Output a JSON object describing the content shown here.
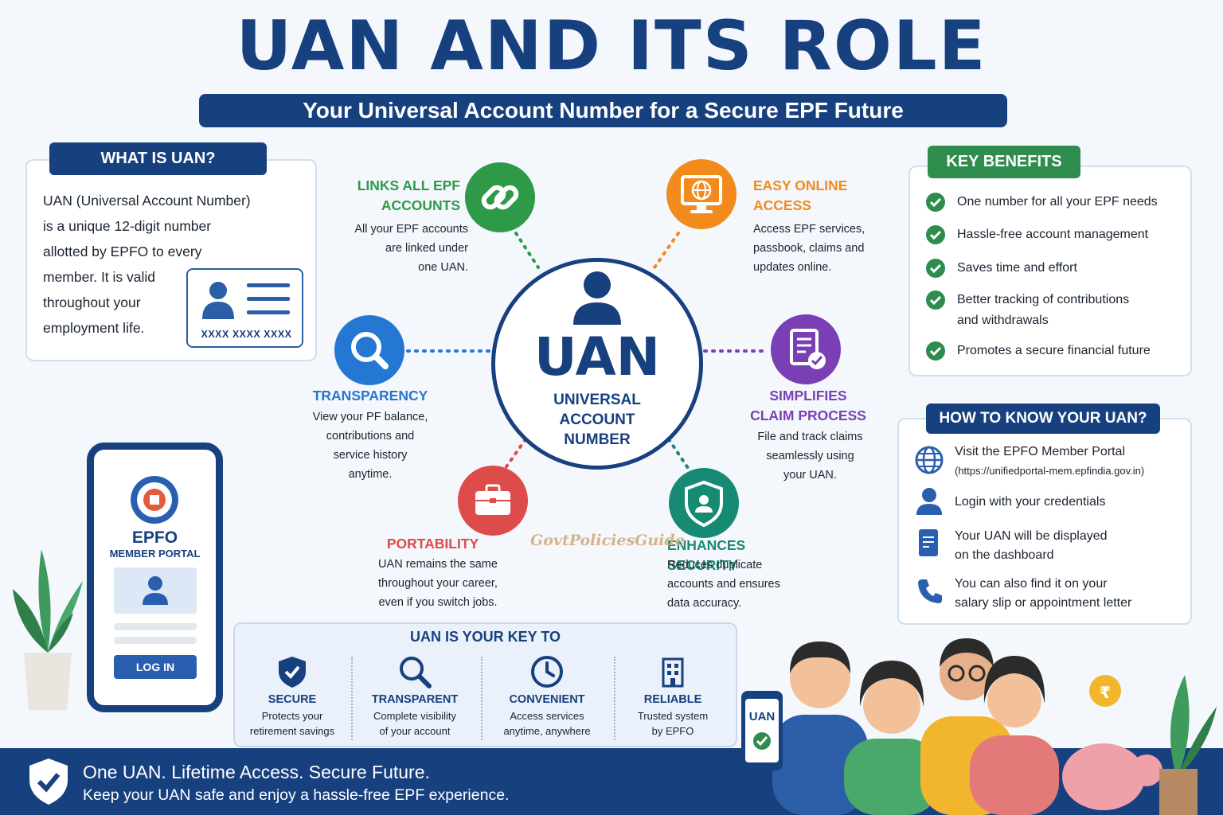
{
  "title": "UAN AND ITS ROLE",
  "subtitle": "Your Universal Account Number for a Secure EPF Future",
  "what_is": {
    "heading": "WHAT IS UAN?",
    "lines": [
      "UAN (Universal Account Number)",
      "is a unique 12-digit number",
      "allotted by EPFO to every",
      "member. It is valid",
      "throughout your",
      "employment life."
    ],
    "card_number": "XXXX XXXX XXXX"
  },
  "center": {
    "big": "UAN",
    "lines": [
      "UNIVERSAL",
      "ACCOUNT",
      "NUMBER"
    ]
  },
  "features": {
    "links": {
      "title": [
        "LINKS ALL EPF",
        "ACCOUNTS"
      ],
      "desc": [
        "All your EPF accounts",
        "are linked under",
        "one UAN."
      ],
      "color": "#2e9a48",
      "icon": "link-icon"
    },
    "online": {
      "title": [
        "EASY ONLINE",
        "ACCESS"
      ],
      "desc": [
        "Access EPF services,",
        "passbook, claims and",
        "updates online."
      ],
      "color": "#f28a1c",
      "icon": "monitor-globe-icon"
    },
    "transparency": {
      "title": [
        "TRANSPARENCY"
      ],
      "desc": [
        "View your PF balance,",
        "contributions and",
        "service history",
        "anytime."
      ],
      "color": "#2577d4",
      "icon": "search-icon"
    },
    "claims": {
      "title": [
        "SIMPLIFIES",
        "CLAIM PROCESS"
      ],
      "desc": [
        "File and track claims",
        "seamlessly using",
        "your UAN."
      ],
      "color": "#7a3fb5",
      "icon": "document-check-icon"
    },
    "portability": {
      "title": [
        "PORTABILITY"
      ],
      "desc": [
        "UAN remains the same",
        "throughout your career,",
        "even if you switch jobs."
      ],
      "color": "#de4b4b",
      "icon": "briefcase-icon"
    },
    "security": {
      "title": [
        "ENHANCES SECURITY"
      ],
      "desc": [
        "Reduces duplicate",
        "accounts and ensures",
        "data accuracy."
      ],
      "color": "#178a73",
      "icon": "shield-user-icon"
    }
  },
  "watermark": "GovtPoliciesGuide",
  "benefits": {
    "heading": "KEY BENEFITS",
    "items": [
      [
        "One number for all your EPF needs"
      ],
      [
        "Hassle-free account management"
      ],
      [
        "Saves time and effort"
      ],
      [
        "Better tracking of contributions",
        "and withdrawals"
      ],
      [
        "Promotes a secure financial future"
      ]
    ]
  },
  "how": {
    "heading": "HOW TO KNOW YOUR UAN?",
    "step1": "Visit the EPFO Member Portal",
    "step1_url": "(https://unifiedportal-mem.epfindia.gov.in)",
    "step2": "Login with your credentials",
    "step3": [
      "Your UAN will be displayed",
      "on the dashboard"
    ],
    "step4": [
      "You can also find it on your",
      "salary slip or appointment letter"
    ]
  },
  "phone": {
    "title": "EPFO",
    "subtitle": "MEMBER PORTAL",
    "login": "LOG IN"
  },
  "key_to": {
    "heading": "UAN IS YOUR KEY TO",
    "items": [
      {
        "title": "SECURE",
        "desc": [
          "Protects your",
          "retirement savings"
        ],
        "icon": "shield-check-icon"
      },
      {
        "title": "TRANSPARENT",
        "desc": [
          "Complete visibility",
          "of your account"
        ],
        "icon": "magnifier-icon"
      },
      {
        "title": "CONVENIENT",
        "desc": [
          "Access services",
          "anytime, anywhere"
        ],
        "icon": "clock-icon"
      },
      {
        "title": "RELIABLE",
        "desc": [
          "Trusted system",
          "by EPFO"
        ],
        "icon": "building-icon"
      }
    ]
  },
  "people_phone_label": "UAN",
  "footer": {
    "line1": "One UAN. Lifetime Access. Secure Future.",
    "line2": "Keep your UAN safe and enjoy a hassle-free EPF experience."
  },
  "colors": {
    "navy": "#17407f",
    "green": "#2e8c4c",
    "background": "#f4f7fb"
  }
}
